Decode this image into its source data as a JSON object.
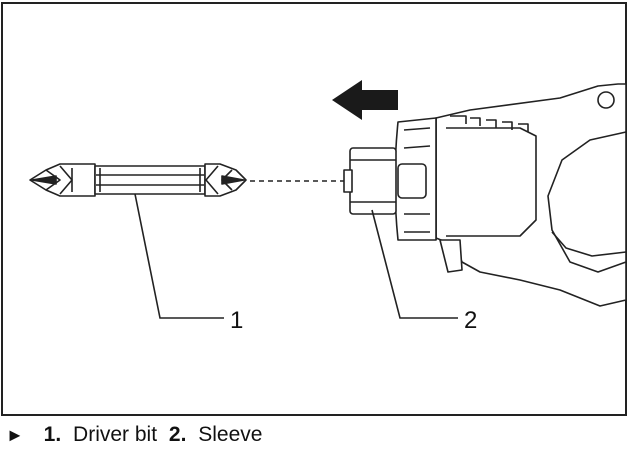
{
  "figure": {
    "callouts": [
      {
        "number": "1",
        "label": "Driver bit"
      },
      {
        "number": "2",
        "label": "Sleeve"
      }
    ],
    "direction_arrow": "left-arrow-icon"
  },
  "caption": {
    "marker": "►",
    "items": [
      {
        "number": "1.",
        "text": "Driver bit"
      },
      {
        "number": "2.",
        "text": "Sleeve"
      }
    ]
  }
}
